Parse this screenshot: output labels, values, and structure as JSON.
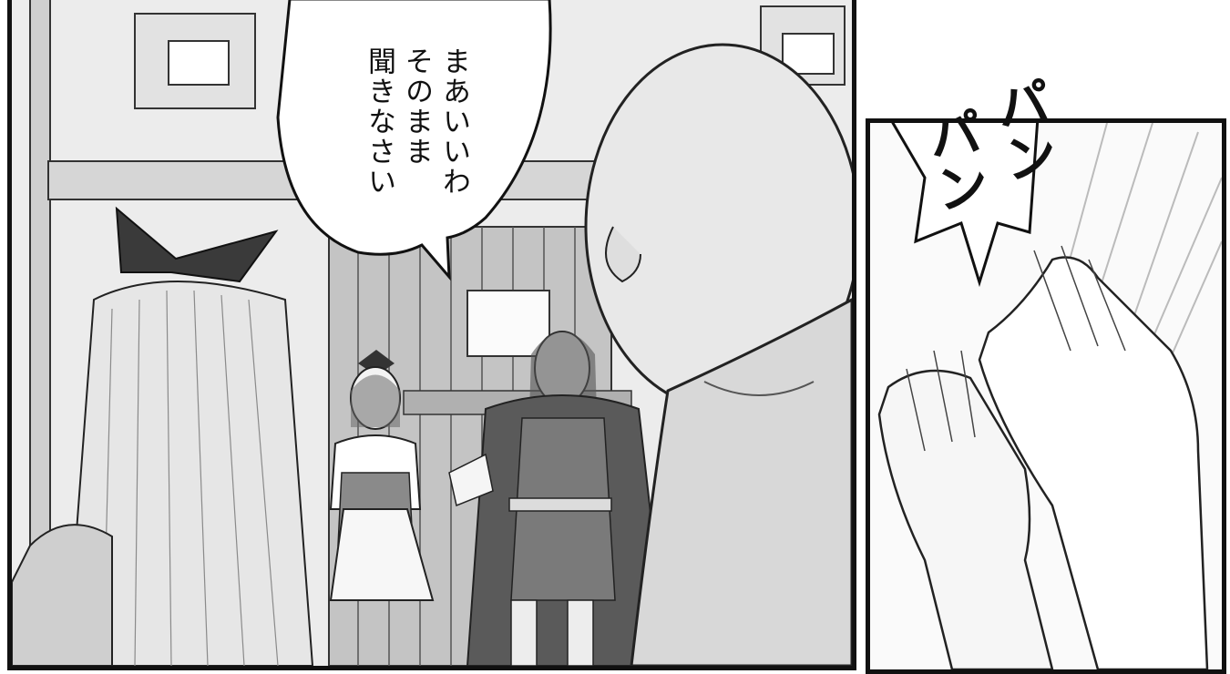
{
  "speech_bubble": {
    "lines": [
      "まあいいわ",
      "そのまま",
      "聞きなさい"
    ]
  },
  "sound_effect": {
    "left_text": "パン",
    "right_text": "パン"
  },
  "colors": {
    "ink": "#111111",
    "paper": "#ffffff",
    "screentone": "#d9d9d9"
  }
}
